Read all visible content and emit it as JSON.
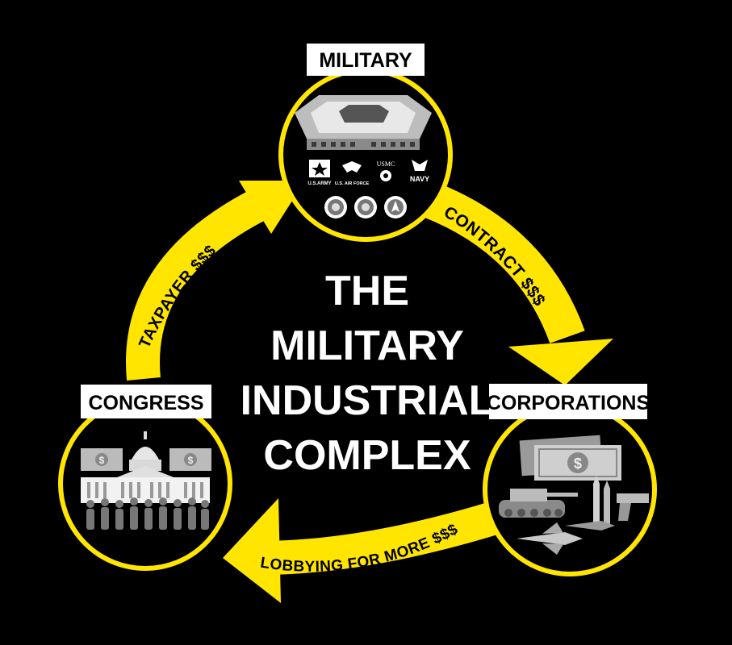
{
  "title_lines": [
    "THE",
    "MILITARY",
    "INDUSTRIAL",
    "COMPLEX"
  ],
  "nodes": {
    "military": {
      "label": "MILITARY",
      "logos": {
        "army": "U.S.ARMY",
        "air_force": "U.S. AIR FORCE",
        "usmc": "USMC",
        "navy": "NAVY"
      }
    },
    "corporations": {
      "label": "CORPORATIONS"
    },
    "congress": {
      "label": "CONGRESS"
    }
  },
  "flows": {
    "contract": "CONTRACT $$$",
    "lobbying": "LOBBYING FOR MORE $$$",
    "taxpayer": "TAXPAYER $$$"
  },
  "colors": {
    "background": "#000000",
    "accent": "#FFE500",
    "text": "#FFFFFF",
    "label_box": "#FFFFFF",
    "label_text": "#000000"
  },
  "icons": [
    "pentagon-icon",
    "army-star-icon",
    "air-force-icon",
    "marine-eagle-icon",
    "navy-eagle-icon",
    "cia-seal-icon",
    "dod-seal-icon",
    "space-force-icon",
    "money-bill-icon",
    "tank-icon",
    "missile-icon",
    "pistol-icon",
    "jet-icon",
    "capitol-icon",
    "people-icon"
  ]
}
